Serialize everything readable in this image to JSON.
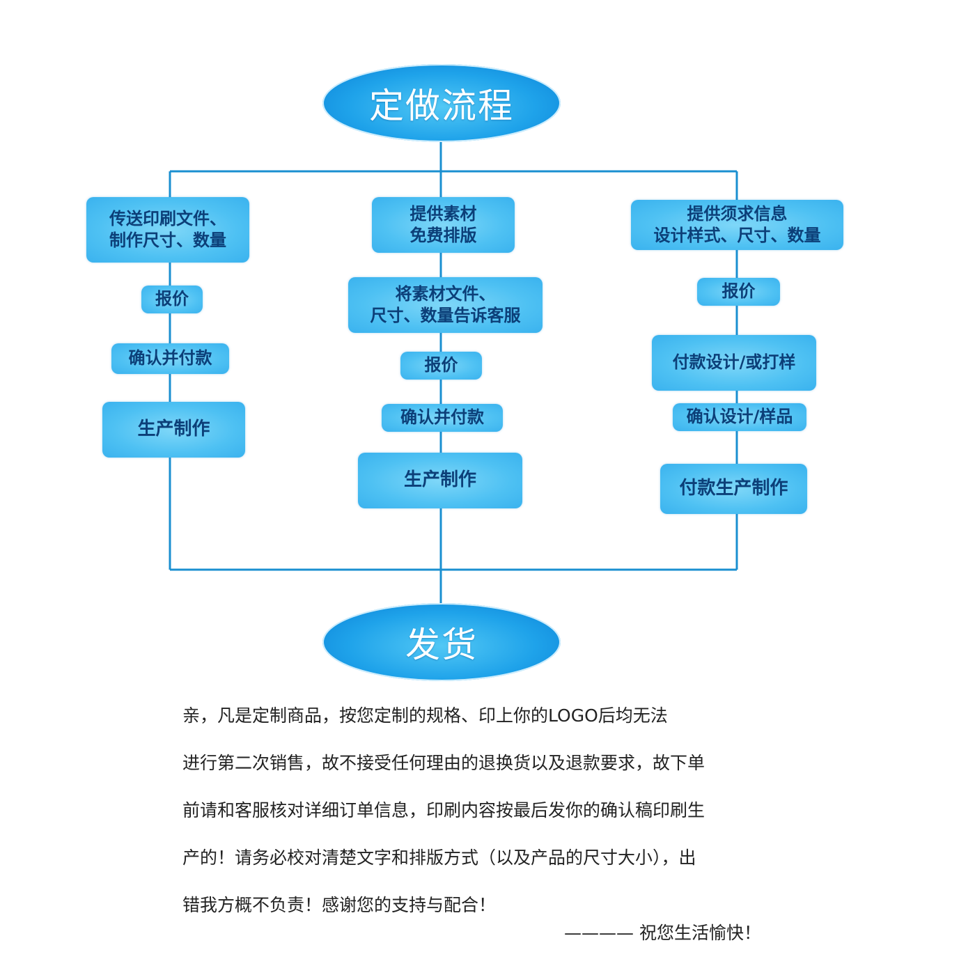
{
  "title": "定做流程",
  "end": "发货",
  "colors": {
    "line": "#1a8fd0",
    "box_text": "#0c3f78",
    "oval": "#1fa3ea"
  },
  "left_column": {
    "step1": [
      "传送印刷文件、",
      "制作尺寸、数量"
    ],
    "step2": "报价",
    "step3": "确认并付款",
    "step4": "生产制作"
  },
  "middle_column": {
    "step1": [
      "提供素材",
      "免费排版"
    ],
    "step2": [
      "将素材文件、",
      "尺寸、数量告诉客服"
    ],
    "step3": "报价",
    "step4": "确认并付款",
    "step5": "生产制作"
  },
  "right_column": {
    "step1": [
      "提供须求信息",
      "设计样式、尺寸、数量"
    ],
    "step2": "报价",
    "step3": "付款设计/或打样",
    "step4": "确认设计/样品",
    "step5": "付款生产制作"
  },
  "notice": {
    "lines": [
      "亲，凡是定制商品，按您定制的规格、印上你的LOGO后均无法",
      "进行第二次销售，故不接受任何理由的退换货以及退款要求，故下单",
      "前请和客服核对详细订单信息，印刷内容按最后发你的确认稿印刷生",
      "产的！请务必校对清楚文字和排版方式（以及产品的尺寸大小），出",
      "错我方概不负责！感谢您的支持与配合！"
    ],
    "signature": "———— 祝您生活愉快！"
  }
}
